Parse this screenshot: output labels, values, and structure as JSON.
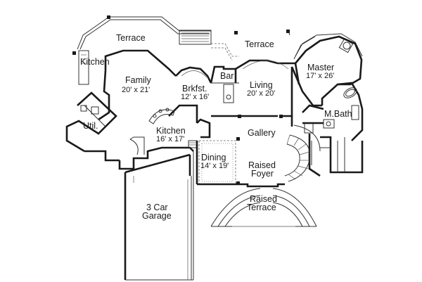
{
  "rooms": {
    "terrace_left": {
      "name": "Terrace"
    },
    "terrace_right": {
      "name": "Terrace"
    },
    "kitchen_outdoor": {
      "name": "Kitchen"
    },
    "family": {
      "name": "Family",
      "size": "20' x 21'"
    },
    "breakfast": {
      "name": "Brkfst.",
      "size": "12' x 16'"
    },
    "bar": {
      "name": "Bar"
    },
    "living": {
      "name": "Living",
      "size": "20' x 20'"
    },
    "master": {
      "name": "Master",
      "size": "17' x 26'"
    },
    "master_bath": {
      "name": "M.Bath"
    },
    "utility": {
      "name": "Util."
    },
    "kitchen": {
      "name": "Kitchen",
      "size": "16' x 17'"
    },
    "gallery": {
      "name": "Gallery"
    },
    "dining": {
      "name": "Dining",
      "size": "14' x 19'"
    },
    "raised_foyer": {
      "name": "Raised",
      "name2": "Foyer"
    },
    "raised_terrace": {
      "name": "Raised",
      "name2": "Terrace"
    },
    "garage": {
      "name": "3 Car",
      "name2": "Garage"
    }
  }
}
